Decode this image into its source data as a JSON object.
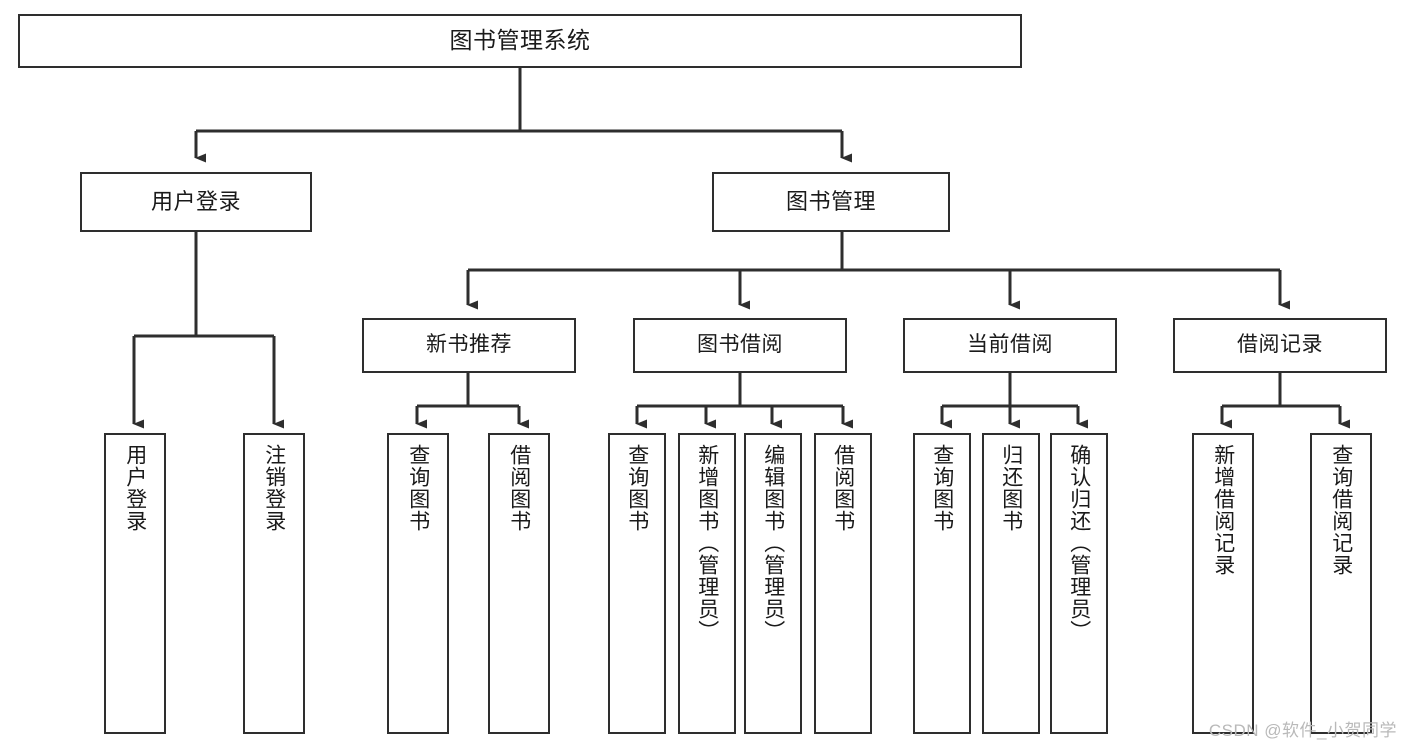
{
  "diagram": {
    "title": "图书管理系统",
    "watermark": "CSDN @软件_小贺同学",
    "line_color": "#2e2e2e",
    "box_fill": "#ffffff",
    "text_color": "#1a1a1a",
    "watermark_color": "#b9b9b9"
  },
  "nodes": {
    "root": {
      "label": "图书管理系统"
    },
    "level2": [
      {
        "id": "user-login",
        "label": "用户登录"
      },
      {
        "id": "book-management",
        "label": "图书管理"
      }
    ],
    "level3": [
      {
        "id": "new-book-recommend",
        "label": "新书推荐"
      },
      {
        "id": "book-borrow",
        "label": "图书借阅"
      },
      {
        "id": "current-borrow",
        "label": "当前借阅"
      },
      {
        "id": "borrow-record",
        "label": "借阅记录"
      }
    ],
    "leaves": [
      {
        "id": "leaf-user-login",
        "label": "用户登录",
        "parent": "user-login"
      },
      {
        "id": "leaf-logout-login",
        "label": "注销登录",
        "parent": "user-login"
      },
      {
        "id": "leaf-query-book-1",
        "label": "查询图书",
        "parent": "new-book-recommend"
      },
      {
        "id": "leaf-borrow-book-1",
        "label": "借阅图书",
        "parent": "new-book-recommend"
      },
      {
        "id": "leaf-query-book-2",
        "label": "查询图书",
        "parent": "book-borrow"
      },
      {
        "id": "leaf-add-book",
        "label": "新增图书（管理员）",
        "parent": "book-borrow"
      },
      {
        "id": "leaf-edit-book",
        "label": "编辑图书（管理员）",
        "parent": "book-borrow"
      },
      {
        "id": "leaf-borrow-book-2",
        "label": "借阅图书",
        "parent": "book-borrow"
      },
      {
        "id": "leaf-query-book-3",
        "label": "查询图书",
        "parent": "current-borrow"
      },
      {
        "id": "leaf-return-book",
        "label": "归还图书",
        "parent": "current-borrow"
      },
      {
        "id": "leaf-confirm-return",
        "label": "确认归还（管理员）",
        "parent": "current-borrow"
      },
      {
        "id": "leaf-add-record",
        "label": "新增借阅记录",
        "parent": "borrow-record"
      },
      {
        "id": "leaf-query-record",
        "label": "查询借阅记录",
        "parent": "borrow-record"
      }
    ]
  }
}
